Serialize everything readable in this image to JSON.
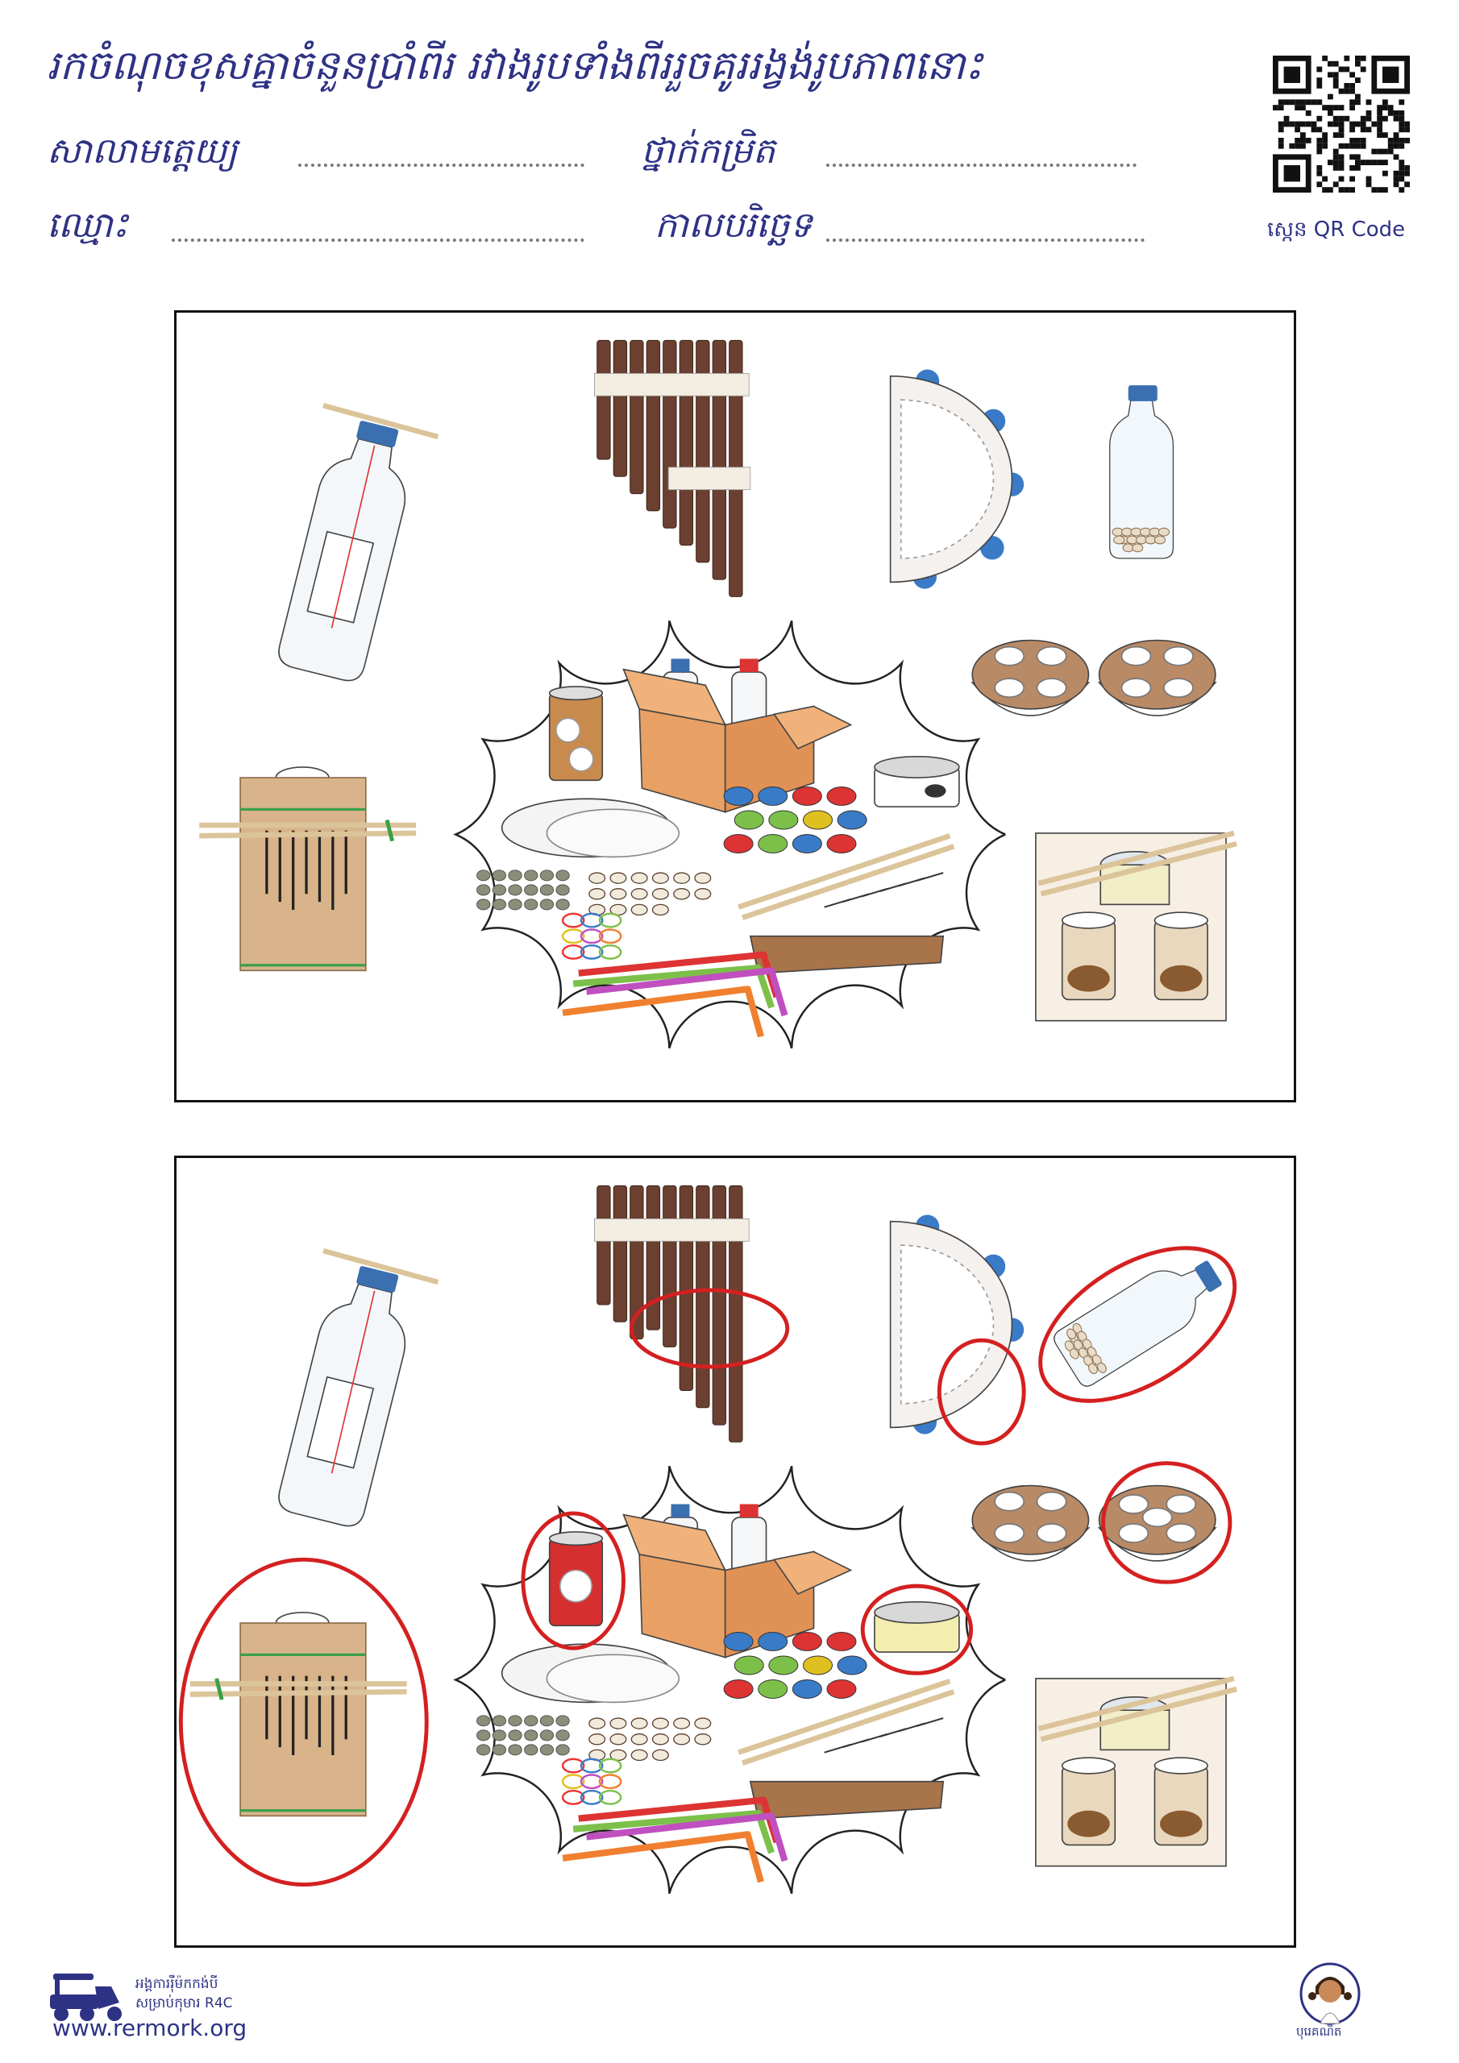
{
  "header": {
    "title": "រកចំណុចខុសគ្នាចំនួនប្រាំពីរ រវាងរូបទាំងពីររួចគូររង្វង់រូបភាពនោះ",
    "fields": {
      "school_label": "សាលាមត្តេយ្យ",
      "grade_label": "ថ្នាក់កម្រិត",
      "name_label": "ឈ្មោះ",
      "date_label": "កាលបរិច្ឆេទ"
    },
    "qr_caption": "ស្កេន QR Code"
  },
  "colors": {
    "text": "#2e3284",
    "circle": "#d42020"
  },
  "footer": {
    "org_name_line1": "អង្គការរ៉ឺម៉កកង់បី",
    "org_name_line2": "សម្រាប់កុមារ R4C",
    "website": "www.rermork.org",
    "subject_label": "បុរេគណិត"
  }
}
